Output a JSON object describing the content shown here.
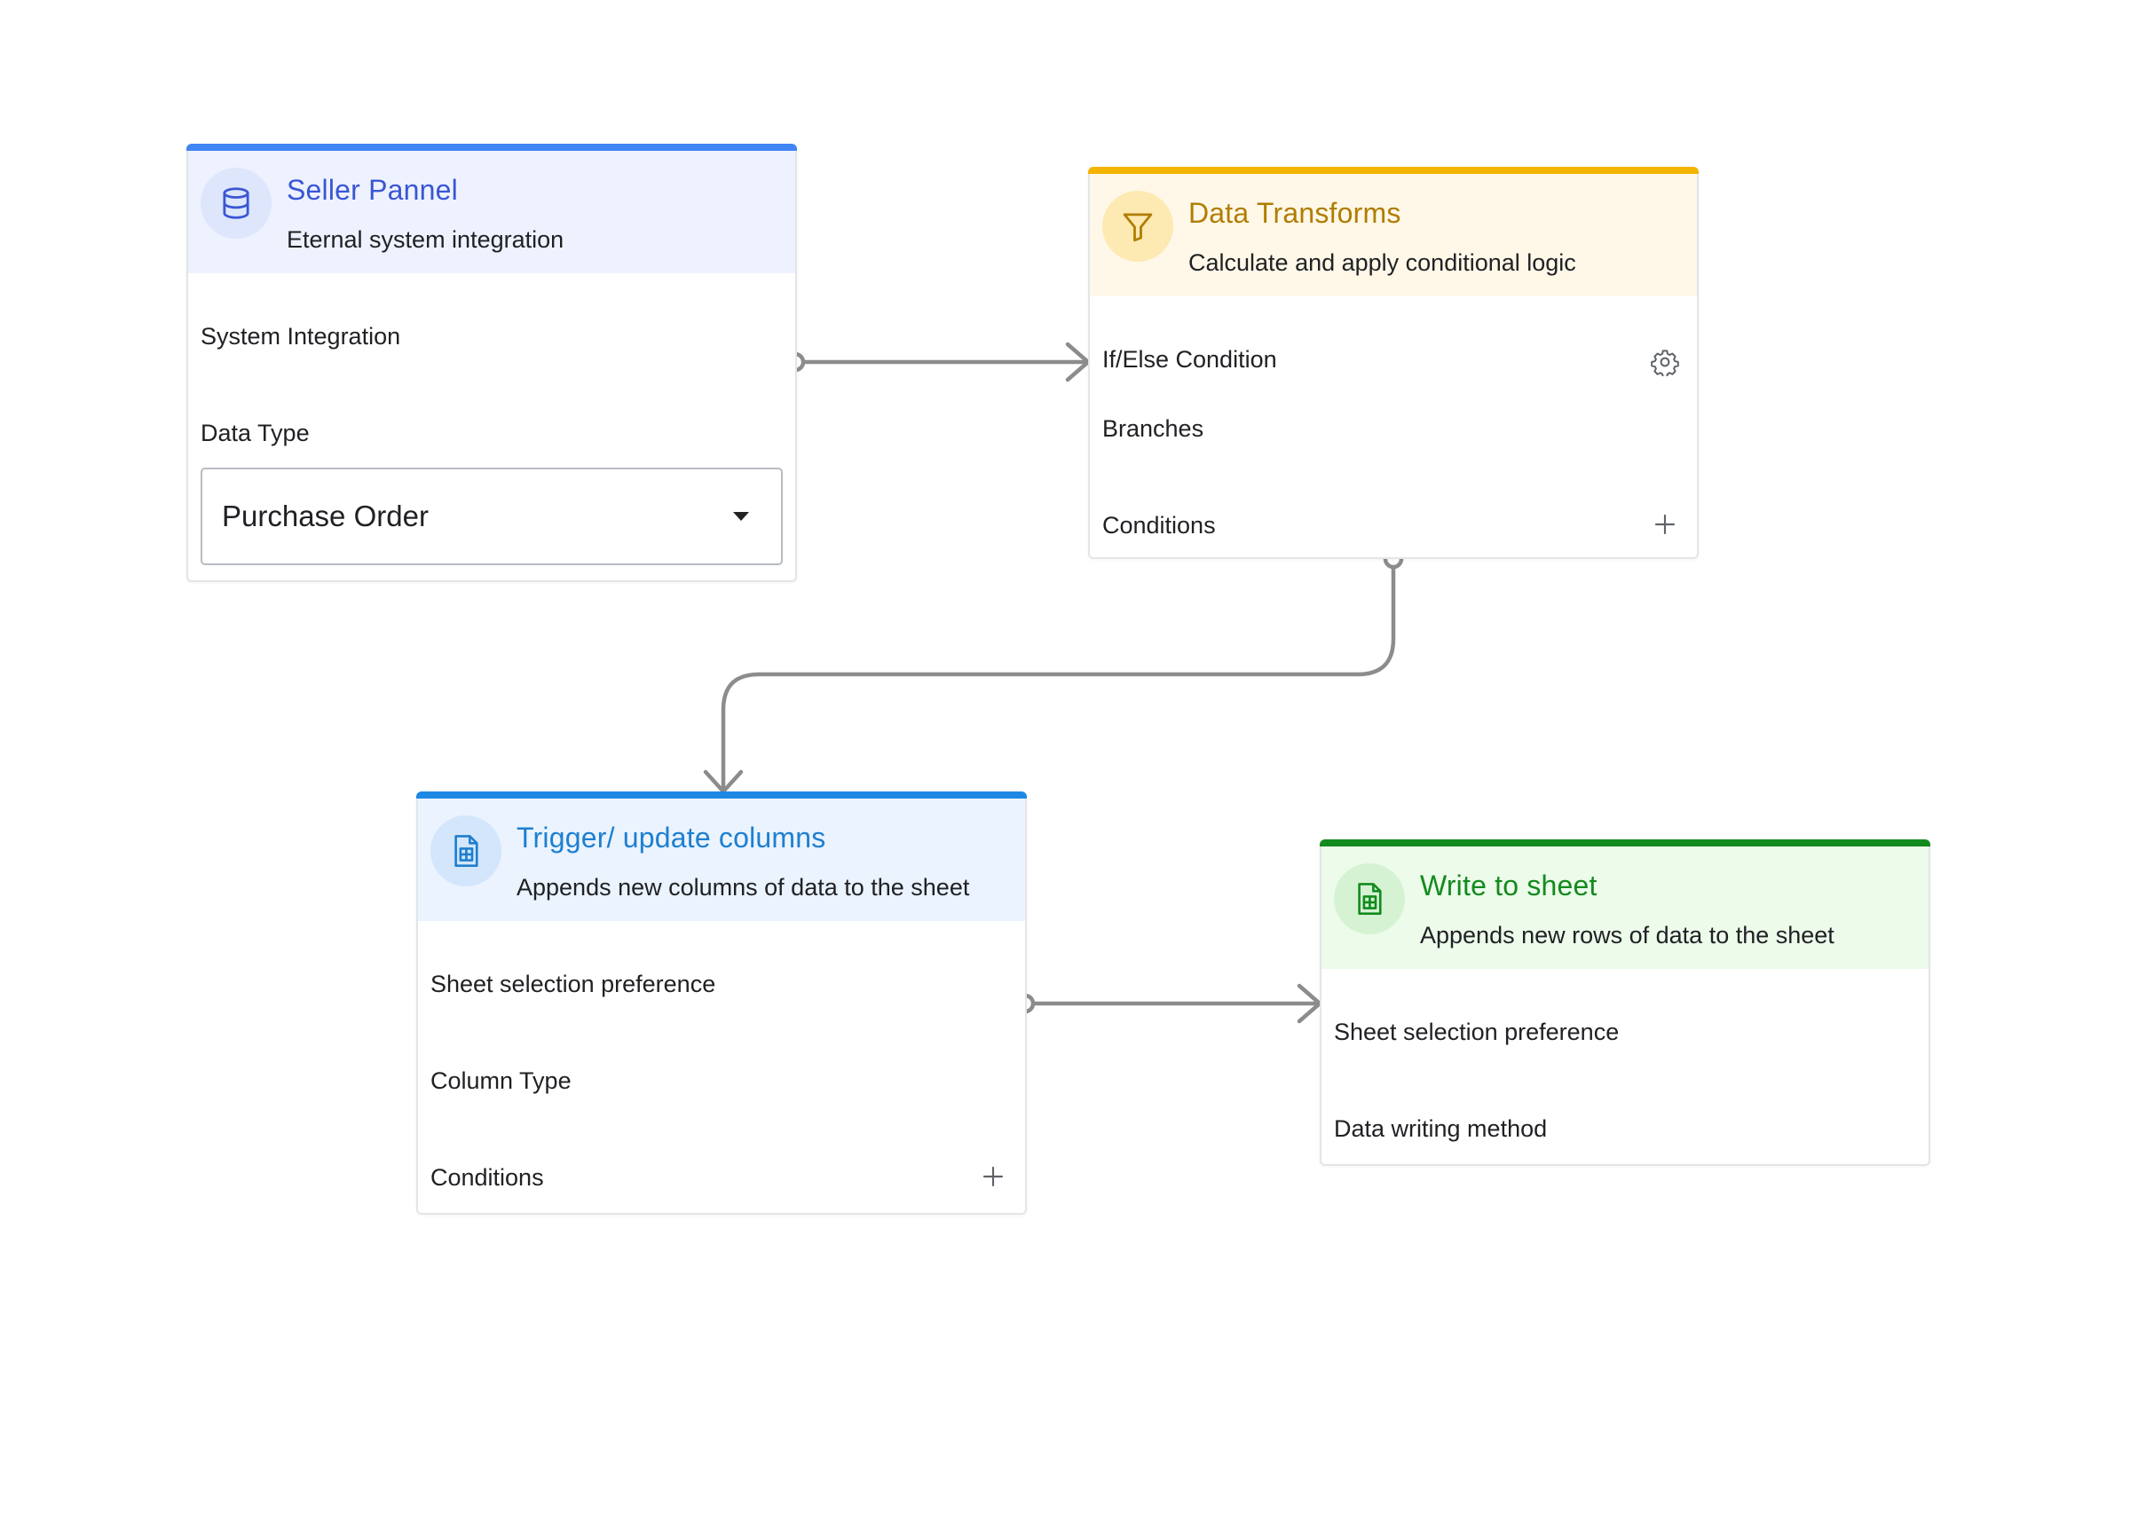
{
  "colors": {
    "connector": "#8c8c8c",
    "blue_accent": "#4285f4",
    "amber_accent": "#f4b400",
    "sky_accent": "#1e88e5",
    "green_accent": "#138a1e"
  },
  "nodes": {
    "seller": {
      "title": "Seller Pannel",
      "subtitle": "Eternal system integration",
      "icon": "database-icon",
      "fields": {
        "system_integration": "System Integration",
        "data_type": "Data Type"
      },
      "data_type_select": {
        "value": "Purchase Order"
      }
    },
    "transform": {
      "title": "Data Transforms",
      "subtitle": "Calculate and apply conditional logic",
      "icon": "filter-icon",
      "fields": {
        "if_else": "If/Else Condition",
        "branches": "Branches",
        "conditions": "Conditions"
      }
    },
    "trigger": {
      "title": "Trigger/ update columns",
      "subtitle": "Appends new columns of data to the sheet",
      "icon": "sheet-icon",
      "fields": {
        "sheet_pref": "Sheet selection preference",
        "column_type": "Column Type",
        "conditions": "Conditions"
      }
    },
    "write": {
      "title": "Write to sheet",
      "subtitle": "Appends new rows of data to the sheet",
      "icon": "sheet-icon",
      "fields": {
        "sheet_pref": "Sheet selection preference",
        "write_method": "Data writing method"
      }
    }
  },
  "connections": [
    {
      "from": "seller.system_integration",
      "to": "transform.if_else"
    },
    {
      "from": "transform.conditions",
      "to": "trigger"
    },
    {
      "from": "trigger.sheet_pref",
      "to": "write.sheet_pref"
    }
  ]
}
